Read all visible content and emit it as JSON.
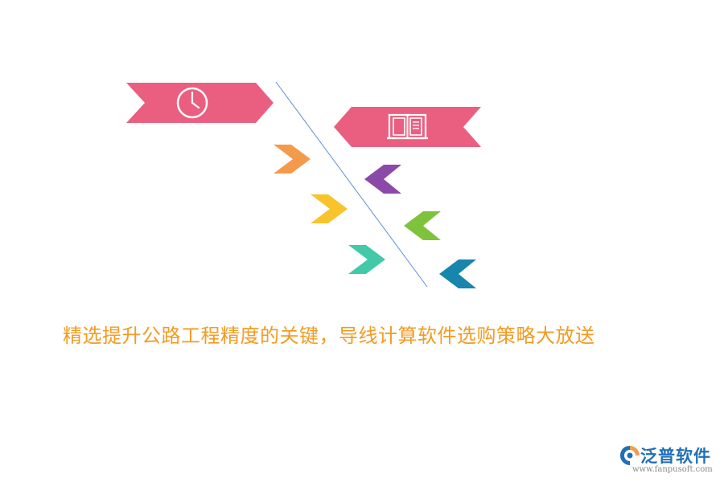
{
  "headline": "精选提升公路工程精度的关键，导线计算软件选购策略大放送",
  "logo": {
    "brand": "泛普软件",
    "url": "www.fanpusoft.com"
  },
  "colors": {
    "banner": "#ea5f7f",
    "divider": "#5b8fd6",
    "headline": "#f39b23",
    "orange": "#f39a4c",
    "yellow": "#f9c32c",
    "teal": "#42c9a8",
    "purple": "#8c4aa8",
    "green": "#7fc33c",
    "blue": "#1686ad",
    "logo_blue": "#1f6fb6",
    "logo_gray": "#8a8a8a"
  },
  "icons": {
    "left_banner": "clock-icon",
    "right_banner": "book-icon"
  }
}
